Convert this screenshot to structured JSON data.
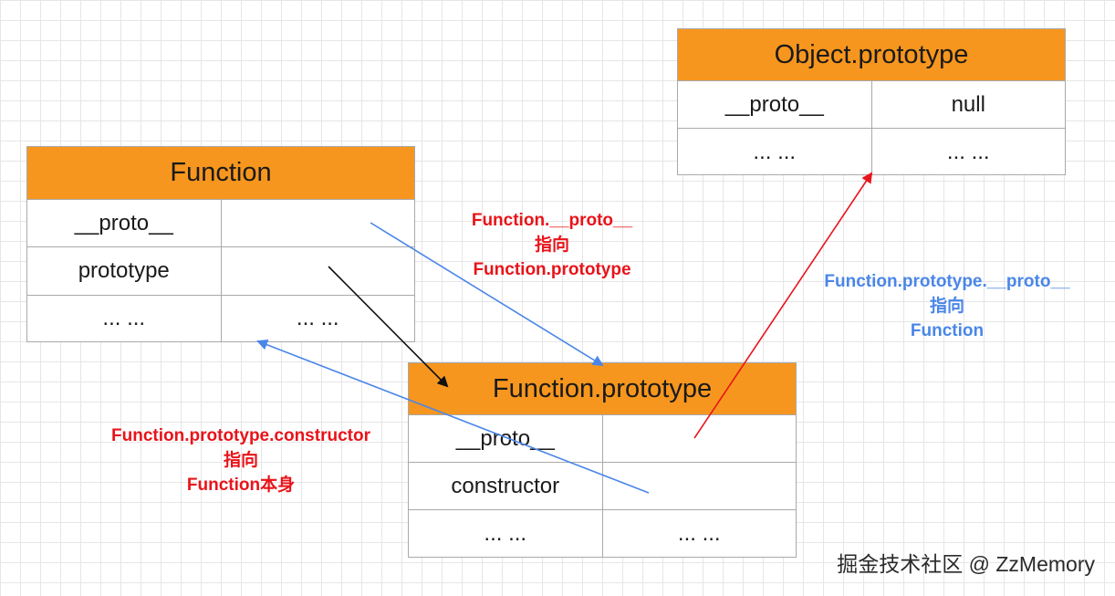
{
  "tables": {
    "object_prototype": {
      "title": "Object.prototype",
      "rows": [
        {
          "key": "__proto__",
          "value": "null"
        },
        {
          "key": "... ...",
          "value": "... ..."
        }
      ]
    },
    "function": {
      "title": "Function",
      "rows": [
        {
          "key": "__proto__",
          "value": ""
        },
        {
          "key": "prototype",
          "value": ""
        },
        {
          "key": "... ...",
          "value": "... ..."
        }
      ]
    },
    "function_prototype": {
      "title": "Function.prototype",
      "rows": [
        {
          "key": "__proto__",
          "value": ""
        },
        {
          "key": "constructor",
          "value": ""
        },
        {
          "key": "... ...",
          "value": "... ..."
        }
      ]
    }
  },
  "annotations": {
    "function_proto": {
      "lines": [
        "Function.__proto__",
        "指向",
        "Function.prototype"
      ],
      "color": "#e8141a"
    },
    "function_prototype_proto": {
      "lines": [
        "Function.prototype.__proto__",
        "指向",
        "Function"
      ],
      "color": "#4a86e8"
    },
    "function_prototype_constructor": {
      "lines": [
        "Function.prototype.constructor",
        "指向",
        "Function本身"
      ],
      "color": "#e8141a"
    }
  },
  "arrow_colors": {
    "blue": "#4a86e8",
    "black": "#111111",
    "red": "#e8141a"
  },
  "watermark": "掘金技术社区 @ ZzMemory"
}
